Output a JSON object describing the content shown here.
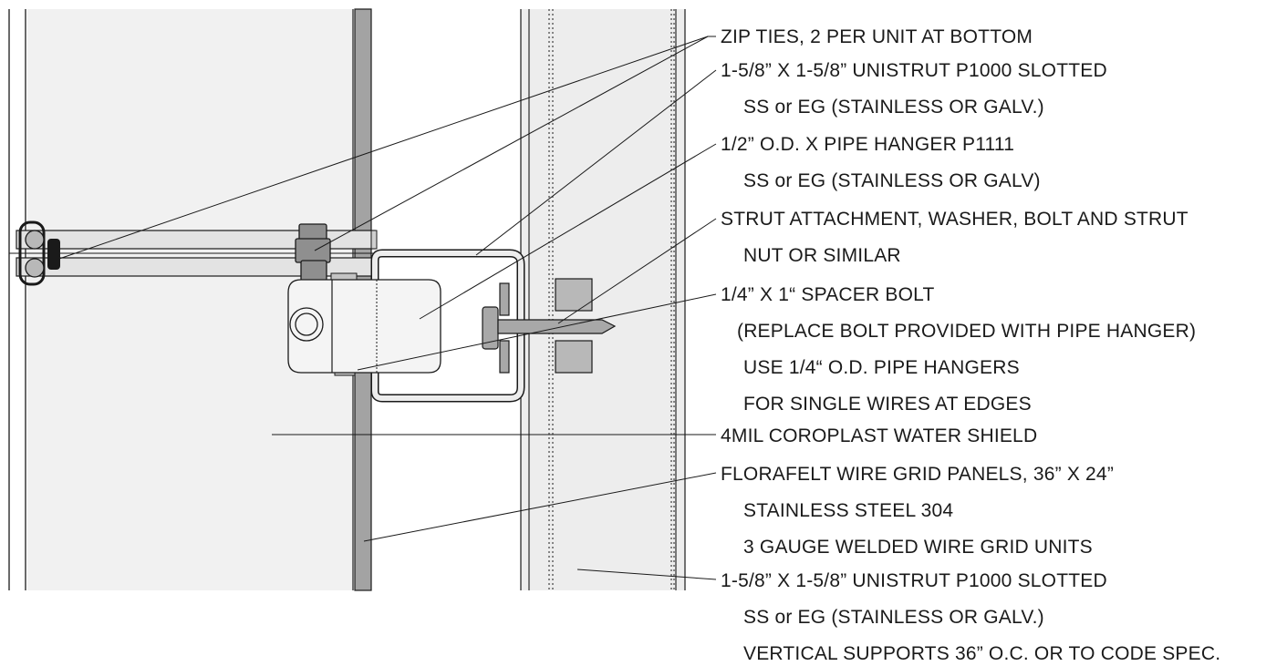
{
  "callouts": [
    {
      "id": "zip-ties",
      "lines": [
        "ZIP TIES, 2 PER UNIT AT BOTTOM"
      ]
    },
    {
      "id": "unistrut-horizontal",
      "lines": [
        "1-5/8” X 1-5/8” UNISTRUT P1000 SLOTTED",
        "SS or EG (STAINLESS OR GALV.)"
      ]
    },
    {
      "id": "pipe-hanger",
      "lines": [
        "1/2” O.D. X PIPE HANGER P1111",
        "SS or EG (STAINLESS OR GALV)"
      ]
    },
    {
      "id": "strut-attachment",
      "lines": [
        "STRUT ATTACHMENT, WASHER, BOLT AND STRUT",
        "NUT OR SIMILAR"
      ]
    },
    {
      "id": "spacer-bolt",
      "lines": [
        "1/4” X 1“ SPACER BOLT",
        "(REPLACE BOLT PROVIDED WITH PIPE HANGER)",
        "USE 1/4“ O.D. PIPE HANGERS",
        "FOR SINGLE WIRES AT EDGES"
      ]
    },
    {
      "id": "water-shield",
      "lines": [
        "4MIL COROPLAST WATER SHIELD"
      ]
    },
    {
      "id": "wire-grid",
      "lines": [
        "FLORAFELT WIRE GRID PANELS, 36” X 24”",
        "STAINLESS STEEL 304",
        "3 GAUGE WELDED WIRE GRID UNITS"
      ]
    },
    {
      "id": "unistrut-vertical",
      "lines": [
        "1-5/8” X 1-5/8” UNISTRUT P1000 SLOTTED",
        "SS or EG (STAINLESS OR GALV.)",
        "VERTICAL SUPPORTS 36” O.C. OR TO CODE SPEC."
      ]
    }
  ],
  "colors": {
    "panel_fill": "#f1f1f1",
    "outline": "#1a1a1a",
    "grid_wire": "#a3a3a3",
    "strut_face": "#ededed",
    "hardware": "#8f8f8f",
    "leader": "#1a1a1a"
  }
}
